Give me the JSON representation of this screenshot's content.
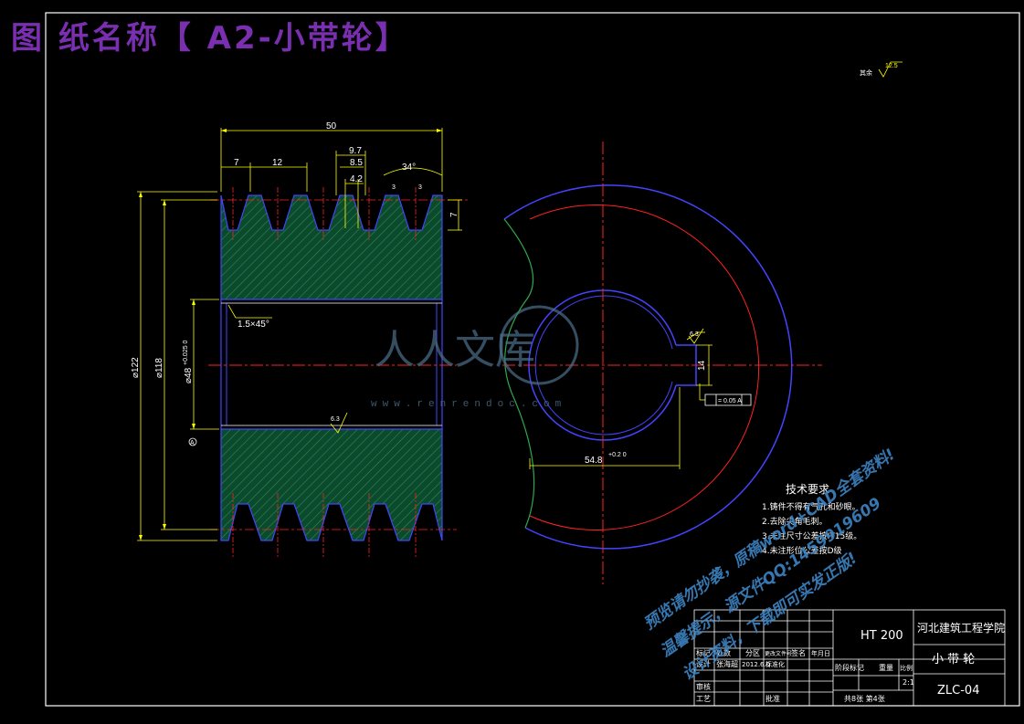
{
  "drawing_title": "图 纸名称【 A2-小带轮】",
  "roughness_corner": {
    "label": "其余",
    "value": "12.5"
  },
  "dims": {
    "overall_width": "50",
    "d7": "7",
    "d12": "12",
    "d97": "9.7",
    "d85": "8.5",
    "d42": "4.2",
    "angle": "34°",
    "d3a": "3",
    "d3b": "3",
    "groove_depth": "7",
    "outer_dia": "⌀122",
    "inner_dia": "⌀118",
    "bore": "⌀48",
    "bore_tol": "+0.025 0",
    "chamfer": "1.5×45°",
    "rough1": "6.3",
    "rough2": "6.3",
    "keyway_width": "14",
    "key_depth": "54.8",
    "key_tol": "+0.2 0",
    "geo_tol": "= 0.05 A",
    "datum": "A"
  },
  "tech_req": {
    "heading": "技术要求",
    "items": [
      "1.铸件不得有气孔和砂眼。",
      "2.去除尖角毛刺。",
      "3.未注尺寸公差按IT15级。",
      "4.未注形位公差按D级"
    ]
  },
  "watermark": {
    "logo": "人人文库",
    "url": "www.renrendoc.com",
    "promo": [
      "预览请勿抄袭，原稿word+CAD全套资料!",
      "温馨提示，源文件QQ:1459919609",
      "设计资料，下载即可实发正版!"
    ]
  },
  "title_block": {
    "material": "HT 200",
    "school": "河北建筑工程学院",
    "part_name": "小 带 轮",
    "drawing_no": "ZLC-04",
    "scale": "2:1",
    "sheets": "共8张 第4张",
    "row_labels": [
      "标记",
      "处数",
      "分区",
      "更改文件号",
      "签名",
      "年月日"
    ],
    "design": "设计",
    "designer": "张海超",
    "date": "2012.6.0",
    "standardize": "标准化",
    "review": "审核",
    "process": "工艺",
    "approve": "批准",
    "stage_mark": "阶段标记",
    "weight": "重量",
    "ratio": "比例"
  }
}
